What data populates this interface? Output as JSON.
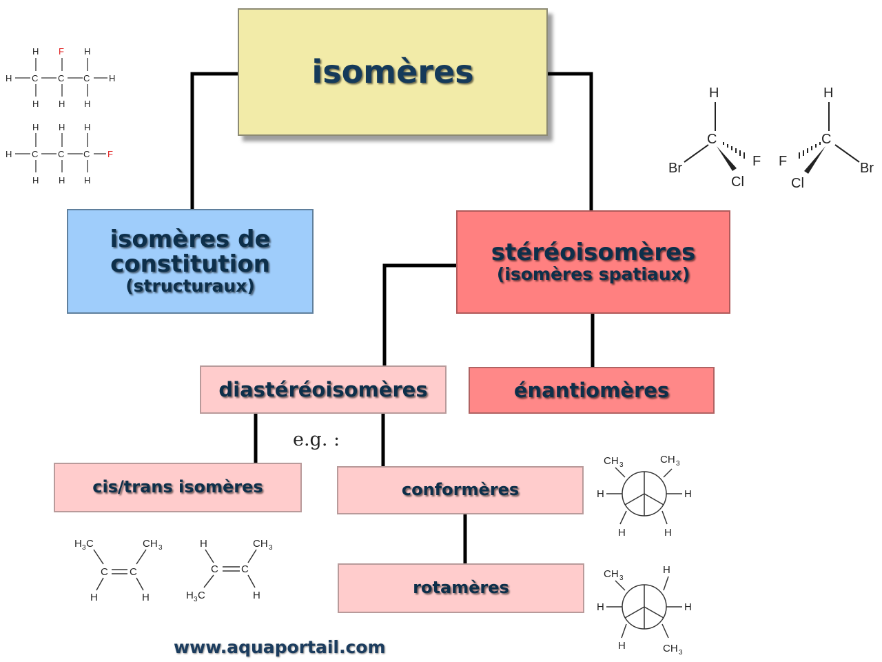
{
  "nodes": {
    "root": {
      "title": "isomères"
    },
    "constitution": {
      "line1": "isomères de",
      "line2": "constitution",
      "line3": "(structuraux)"
    },
    "stereo": {
      "line1": "stéréoisomères",
      "line2": "(isomères spatiaux)"
    },
    "diastereo": {
      "label": "diastéréoisomères"
    },
    "enantio": {
      "label": "énantiomères"
    },
    "cistrans": {
      "label": "cis/trans isomères"
    },
    "conform": {
      "label": "conformères"
    },
    "rota": {
      "label": "rotamères"
    }
  },
  "annotations": {
    "eg": "e.g. :",
    "watermark": "www.aquaportail.com"
  },
  "molecules": {
    "atom_h": "H",
    "atom_c": "C",
    "atom_f": "F",
    "atom_br": "Br",
    "atom_cl": "Cl",
    "group_ch3": "CH",
    "group_h3c": "H",
    "subscript_3": "3",
    "colors": {
      "fluorine": "#e02020",
      "numbering": "#6464d0",
      "bond": "#333333"
    }
  }
}
